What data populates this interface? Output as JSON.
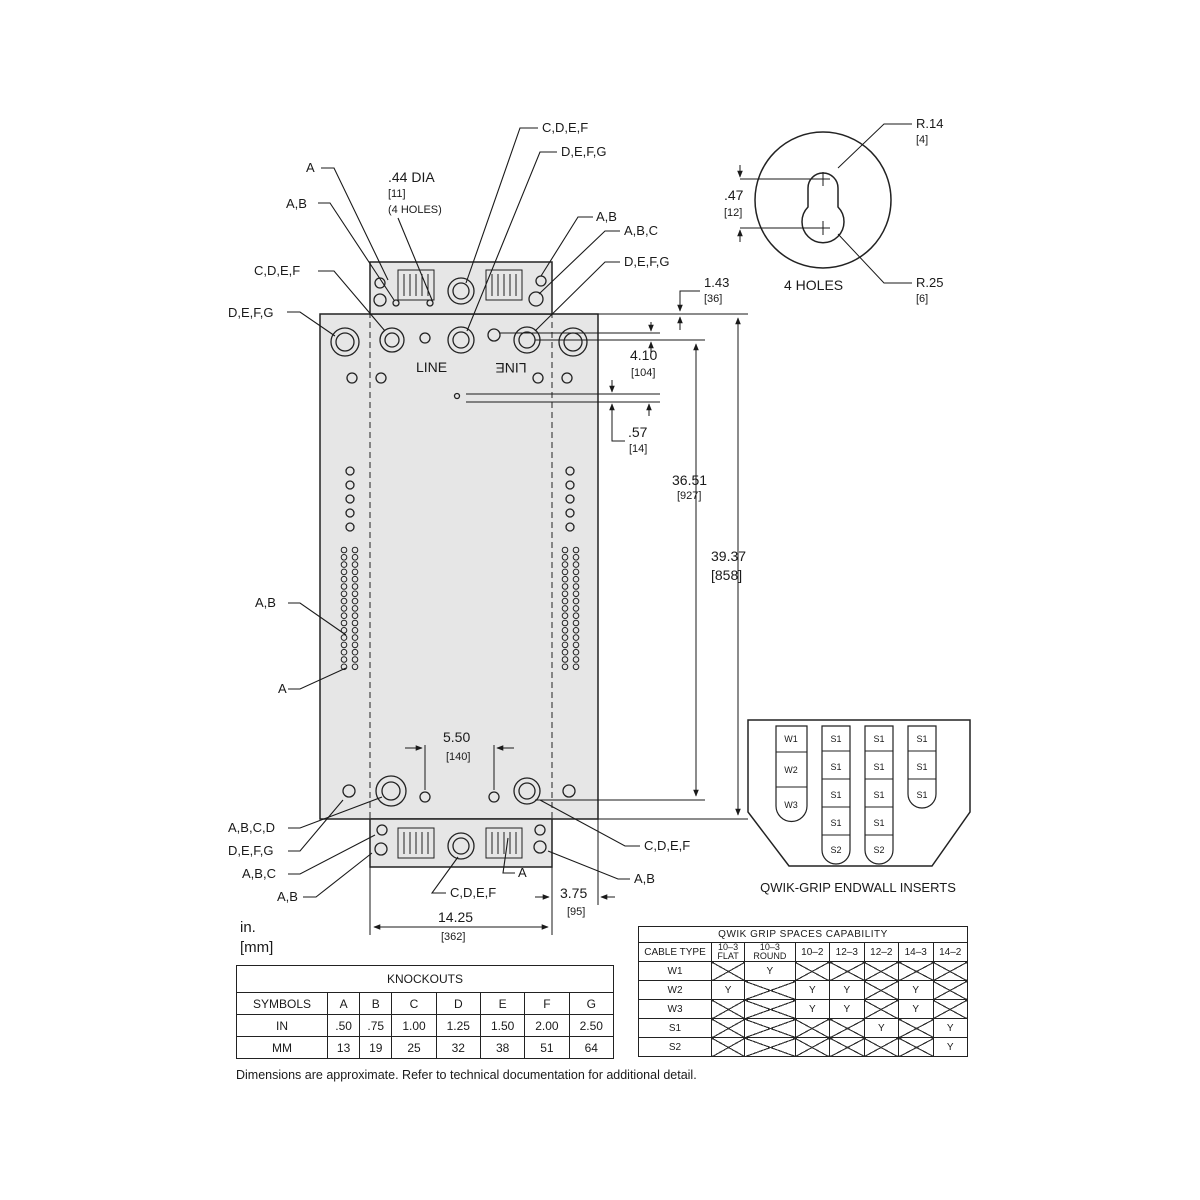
{
  "units": {
    "inch": "in.",
    "mm": "[mm]"
  },
  "callouts": {
    "a_top": "A",
    "hole_dia": ".44 DIA",
    "hole_dia_mm": "[11]",
    "hole_count": "(4 HOLES)",
    "ab_top_left": "A,B",
    "cdef_top_left": "C,D,E,F",
    "defg_left": "D,E,F,G",
    "cdef_top": "C,D,E,F",
    "defg_top": "D,E,F,G",
    "ab_top_right": "A,B",
    "abc_top_right": "A,B,C",
    "defg_top_right": "D,E,F,G",
    "ab_side": "A,B",
    "a_side": "A",
    "abcd_bottom": "A,B,C,D",
    "defg_bottom": "D,E,F,G",
    "abc_bottom": "A,B,C",
    "ab_bottom_left": "A,B",
    "cdef_bottom": "C,D,E,F",
    "a_bottom": "A",
    "cdef_bottom_right": "C,D,E,F",
    "ab_bottom_right": "A,B",
    "line_left": "LINE",
    "line_right": "LINE"
  },
  "dimensions": {
    "d143": "1.43",
    "d143_mm": "[36]",
    "d410": "4.10",
    "d410_mm": "[104]",
    "d057": ".57",
    "d057_mm": "[14]",
    "d3651": "36.51",
    "d3651_mm": "[927]",
    "d3937": "39.37",
    "d3937_mm": "[858]",
    "d550": "5.50",
    "d550_mm": "[140]",
    "d1425": "14.25",
    "d1425_mm": "[362]",
    "d375": "3.75",
    "d375_mm": "[95]"
  },
  "detail": {
    "r14": "R.14",
    "r14_mm": "[4]",
    "d047": ".47",
    "d047_mm": "[12]",
    "holes": "4 HOLES",
    "r25": "R.25",
    "r25_mm": "[6]"
  },
  "insert": {
    "title": "QWIK-GRIP ENDWALL INSERTS",
    "w_slots": [
      "W1",
      "W2",
      "W3"
    ],
    "s_col1": [
      "S1",
      "S1",
      "S1",
      "S1",
      "S2"
    ],
    "s_col2": [
      "S1",
      "S1",
      "S1",
      "S1",
      "S2"
    ],
    "s_col3": [
      "S1",
      "S1",
      "S1"
    ]
  },
  "knockouts": {
    "title": "KNOCKOUTS",
    "header": [
      "SYMBOLS",
      "A",
      "B",
      "C",
      "D",
      "E",
      "F",
      "G"
    ],
    "rows": [
      [
        "IN",
        ".50",
        ".75",
        "1.00",
        "1.25",
        "1.50",
        "2.00",
        "2.50"
      ],
      [
        "MM",
        "13",
        "19",
        "25",
        "32",
        "38",
        "51",
        "64"
      ]
    ]
  },
  "qwik_grip": {
    "title": "QWIK GRIP SPACES CAPABILITY",
    "header": [
      {
        "top": "CABLE TYPE",
        "bottom": ""
      },
      {
        "top": "10–3",
        "bottom": "FLAT"
      },
      {
        "top": "10–3",
        "bottom": "ROUND"
      },
      {
        "top": "10–2",
        "bottom": ""
      },
      {
        "top": "12–3",
        "bottom": ""
      },
      {
        "top": "12–2",
        "bottom": ""
      },
      {
        "top": "14–3",
        "bottom": ""
      },
      {
        "top": "14–2",
        "bottom": ""
      }
    ],
    "rows": [
      [
        "W1",
        "X",
        "Y",
        "X",
        "X",
        "X",
        "X",
        "X"
      ],
      [
        "W2",
        "Y",
        "X",
        "Y",
        "Y",
        "X",
        "Y",
        "X"
      ],
      [
        "W3",
        "X",
        "X",
        "Y",
        "Y",
        "X",
        "Y",
        "X"
      ],
      [
        "S1",
        "X",
        "X",
        "X",
        "X",
        "Y",
        "X",
        "Y"
      ],
      [
        "S2",
        "X",
        "X",
        "X",
        "X",
        "X",
        "X",
        "Y"
      ]
    ]
  },
  "footnote": "Dimensions are approximate. Refer to technical documentation for additional detail."
}
